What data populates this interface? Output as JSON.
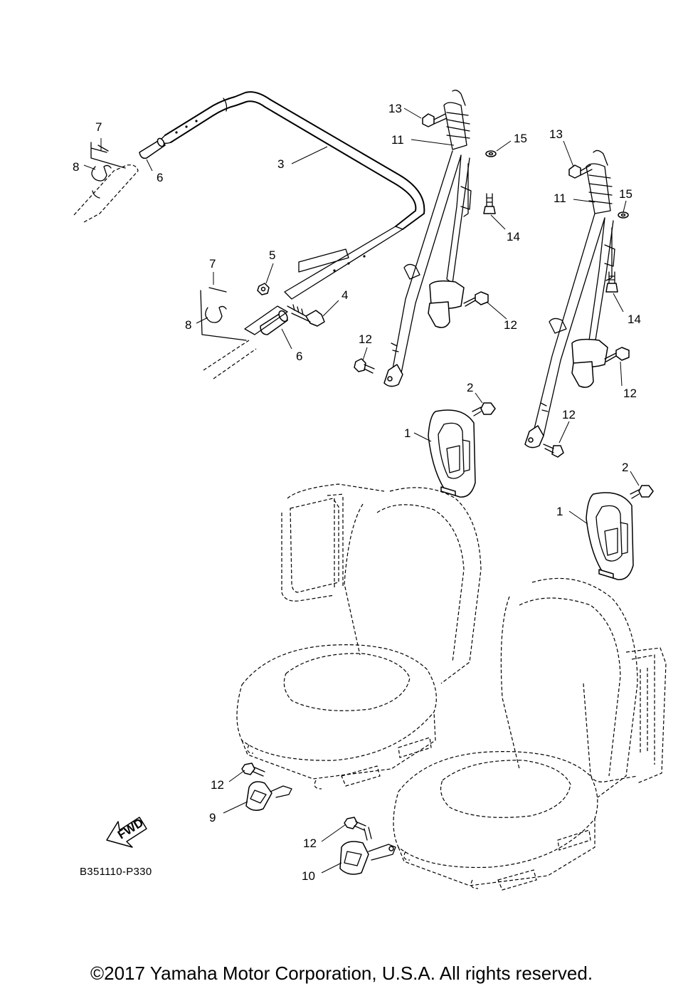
{
  "diagram": {
    "code": "B351110-P330",
    "fwd_label": "FWD",
    "copyright": "©2017 Yamaha Motor Corporation, U.S.A. All rights reserved."
  },
  "callouts": {
    "c1a": "1",
    "c1b": "1",
    "c2a": "2",
    "c2b": "2",
    "c3": "3",
    "c4": "4",
    "c5": "5",
    "c6a": "6",
    "c6b": "6",
    "c7a": "7",
    "c7b": "7",
    "c8a": "8",
    "c8b": "8",
    "c9": "9",
    "c10": "10",
    "c11a": "11",
    "c11b": "11",
    "c12a": "12",
    "c12b": "12",
    "c12c": "12",
    "c12d": "12",
    "c12e": "12",
    "c12f": "12",
    "c13a": "13",
    "c13b": "13",
    "c14a": "14",
    "c14b": "14",
    "c15a": "15",
    "c15b": "15"
  }
}
